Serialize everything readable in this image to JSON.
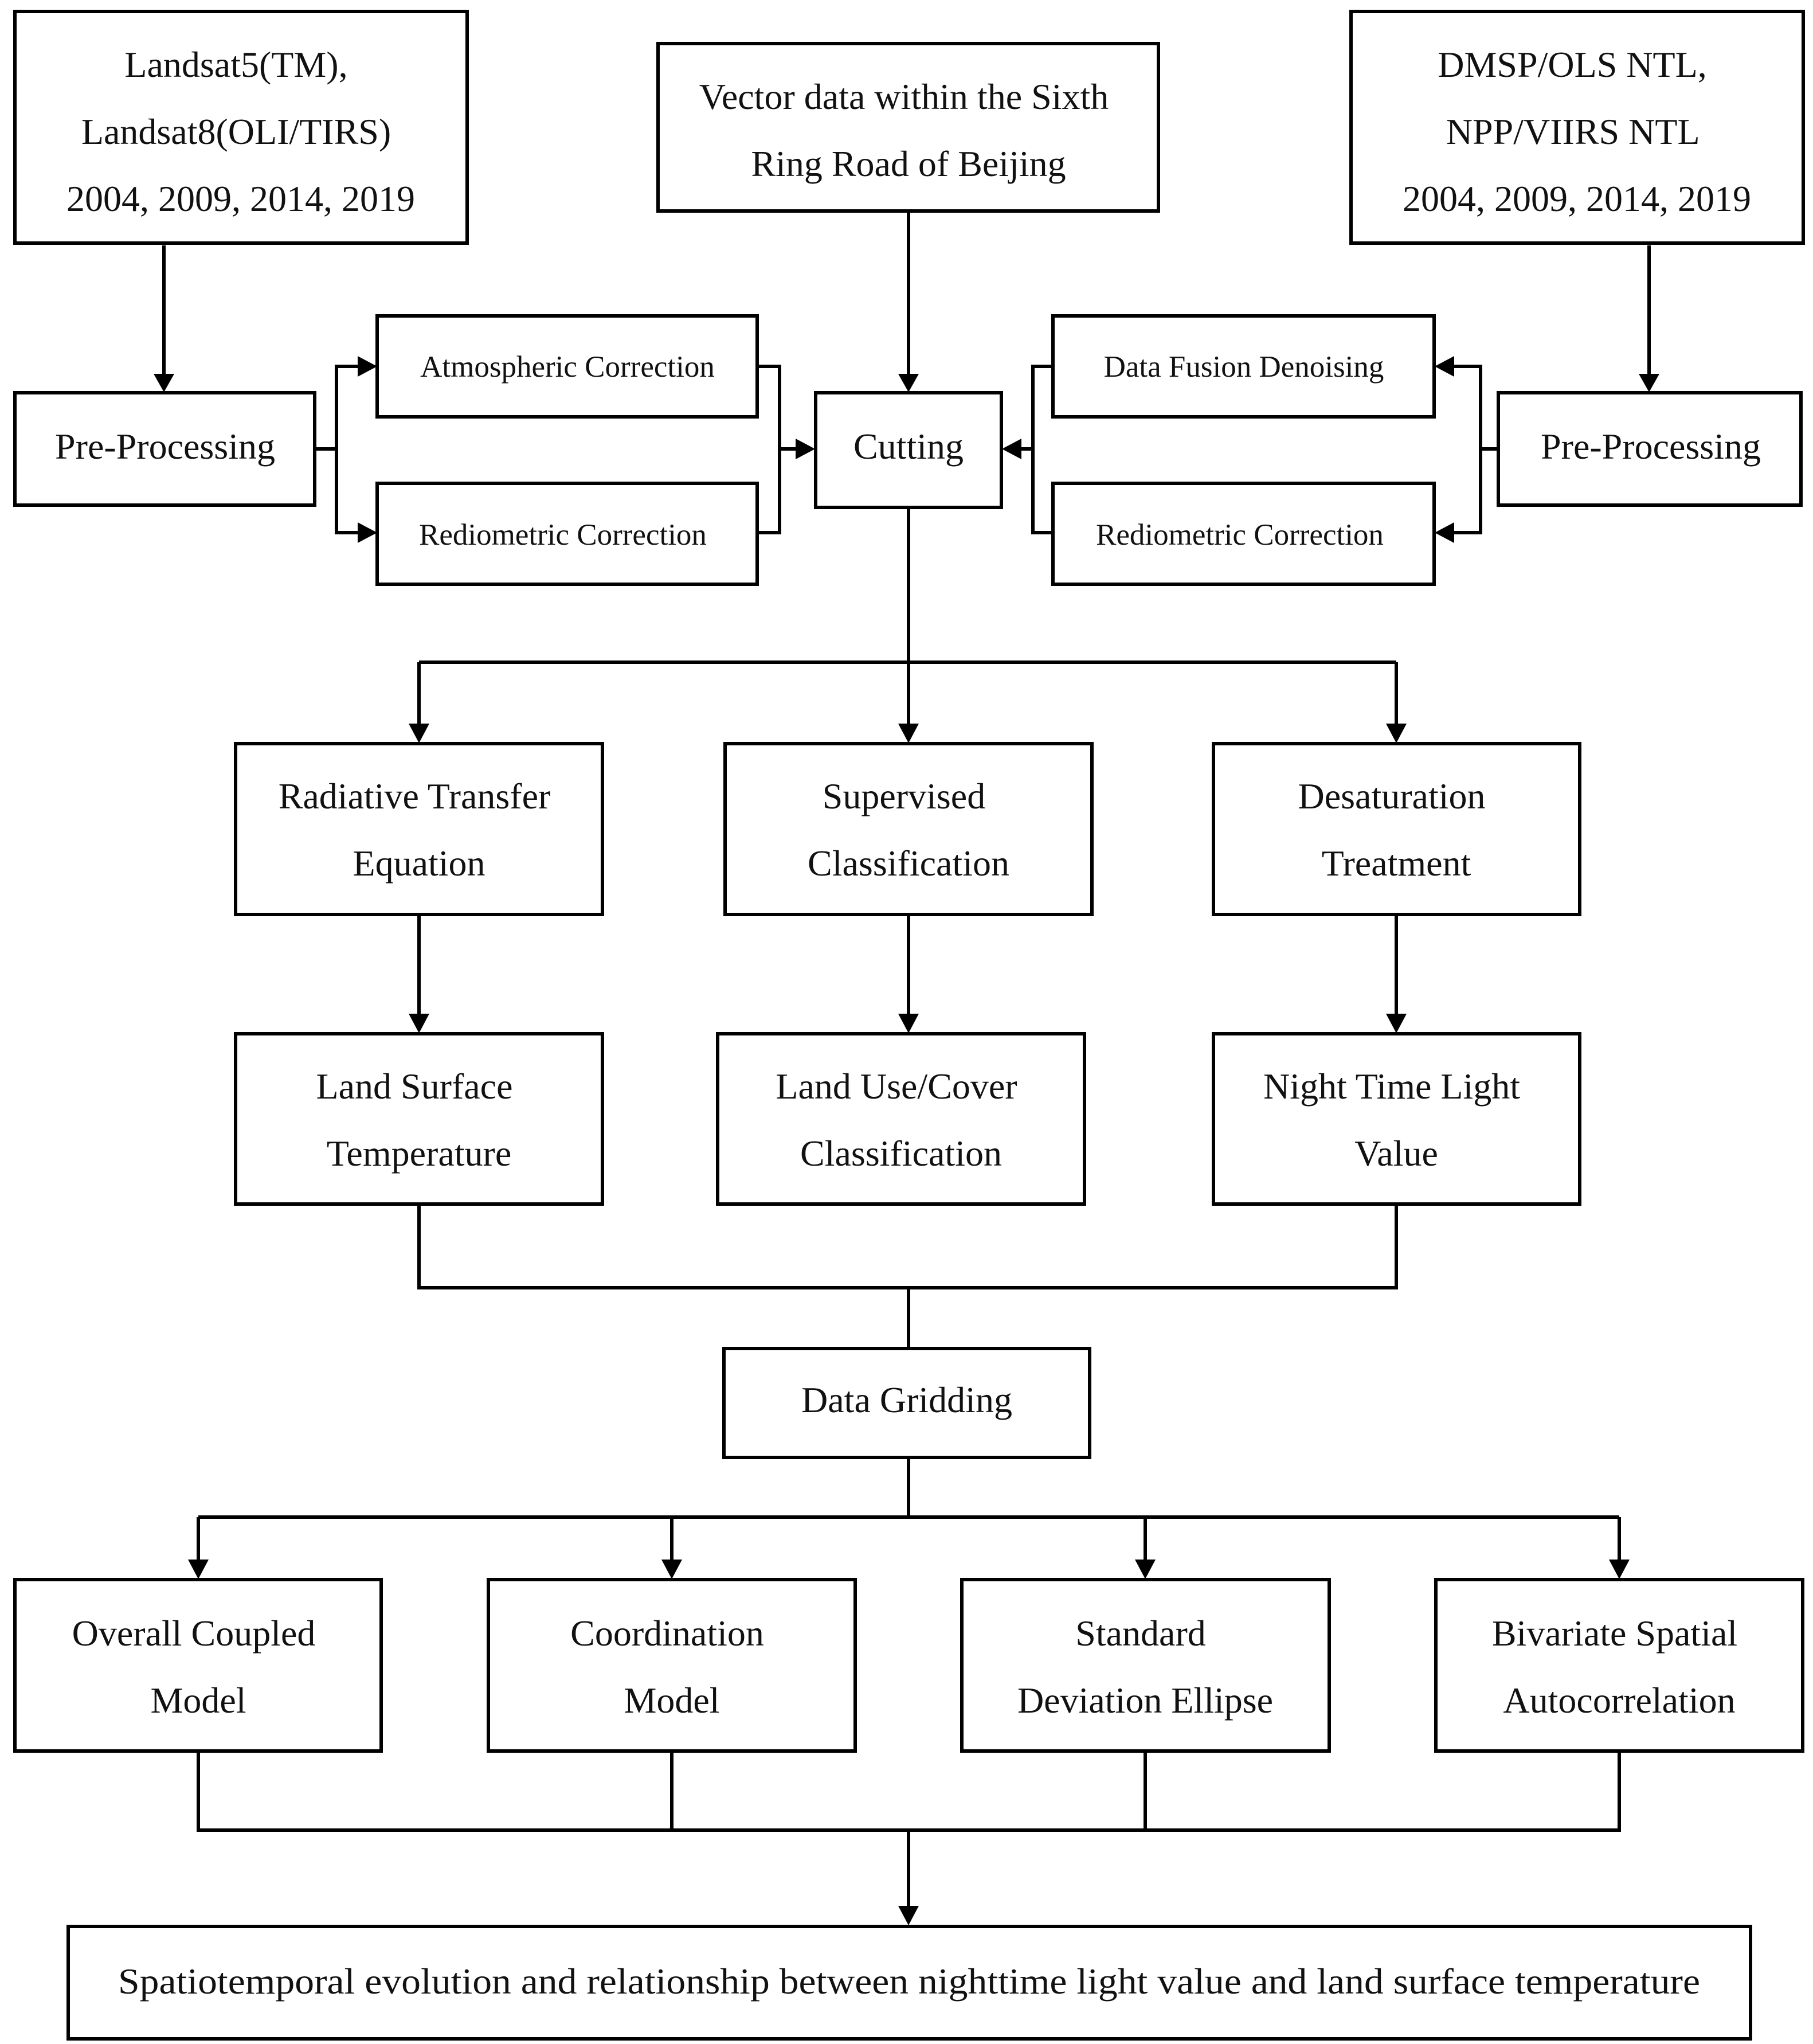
{
  "nodes": {
    "landsat": {
      "lines": [
        "Landsat5(TM),",
        "Landsat8(OLI/TIRS)",
        "2004, 2009, 2014, 2019"
      ]
    },
    "vector": {
      "lines": [
        "Vector data within the Sixth",
        "Ring Road of Beijing"
      ]
    },
    "dmsp": {
      "lines": [
        "DMSP/OLS NTL,",
        "NPP/VIIRS NTL",
        "2004, 2009, 2014, 2019"
      ]
    },
    "preproc_left": {
      "lines": [
        "Pre-Processing"
      ]
    },
    "atmos": {
      "lines": [
        "Atmospheric Correction"
      ]
    },
    "radio_left": {
      "lines": [
        "Rediometric Correction"
      ]
    },
    "cutting": {
      "lines": [
        "Cutting"
      ]
    },
    "fusion": {
      "lines": [
        "Data Fusion Denoising"
      ]
    },
    "radio_right": {
      "lines": [
        "Rediometric Correction"
      ]
    },
    "preproc_right": {
      "lines": [
        "Pre-Processing"
      ]
    },
    "rte": {
      "lines": [
        "Radiative Transfer",
        "Equation"
      ]
    },
    "supervised": {
      "lines": [
        "Supervised",
        "Classification"
      ]
    },
    "desat": {
      "lines": [
        "Desaturation",
        "Treatment"
      ]
    },
    "lst": {
      "lines": [
        "Land Surface",
        "Temperature"
      ]
    },
    "landuse": {
      "lines": [
        "Land Use/Cover",
        "Classification"
      ]
    },
    "ntl": {
      "lines": [
        "Night Time Light",
        "Value"
      ]
    },
    "gridding": {
      "lines": [
        "Data Gridding"
      ]
    },
    "coupled": {
      "lines": [
        "Overall Coupled",
        "Model"
      ]
    },
    "coord": {
      "lines": [
        "Coordination",
        "Model"
      ]
    },
    "sde": {
      "lines": [
        "Standard",
        "Deviation Ellipse"
      ]
    },
    "bivariate": {
      "lines": [
        "Bivariate Spatial",
        "Autocorrelation"
      ]
    },
    "final": {
      "lines": [
        "Spatiotemporal evolution and relationship between nighttime light value and land surface temperature"
      ]
    }
  }
}
